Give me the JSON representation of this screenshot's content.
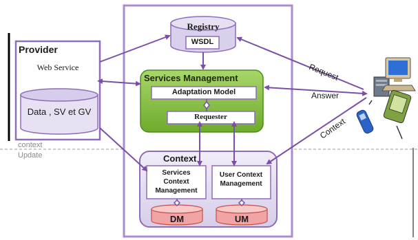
{
  "colors": {
    "frame": "#8e6cb8",
    "arrow": "#7a4fa6",
    "services_green": "#7fc23a",
    "db_pink": "#f4a6a6",
    "cylinder_purple": "#d9d0ec",
    "context_fill": "#e6e0f2"
  },
  "provider": {
    "title": "Provider",
    "web_service": "Web Service",
    "data": "Data , SV et GV"
  },
  "registry": {
    "title": "Registry",
    "wsdl": "WSDL"
  },
  "services_management": {
    "title": "Services Management",
    "adaptation_model": "Adaptation Model",
    "requester": "Requester"
  },
  "context": {
    "title": "Context",
    "services_context": [
      "Services",
      "Context",
      "Management"
    ],
    "user_context": [
      "User Context",
      "Management"
    ],
    "dm": "DM",
    "um": "UM"
  },
  "context_update": {
    "line1": "context",
    "line2": "Update"
  },
  "arrows": {
    "request": "Request",
    "answer": "Answer",
    "context": "Context"
  },
  "icons": [
    "desktop-computer-icon",
    "pda-icon",
    "mobile-phone-icon"
  ]
}
